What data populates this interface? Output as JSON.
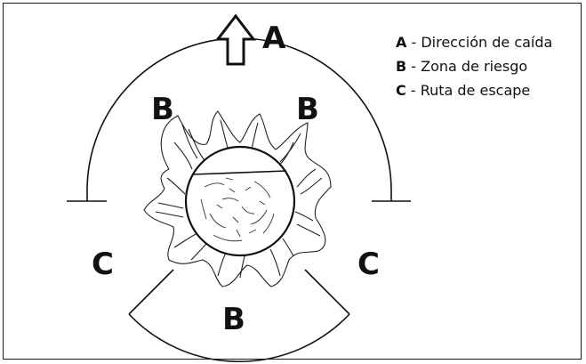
{
  "diagram": {
    "zones": {
      "top": "A",
      "risk_left": "B",
      "risk_right": "B",
      "risk_bottom": "B",
      "escape_left": "C",
      "escape_right": "C"
    },
    "legend": [
      {
        "key": "A",
        "text": " - Dirección de caída"
      },
      {
        "key": "B",
        "text": " - Zona de riesgo"
      },
      {
        "key": "C",
        "text": " - Ruta de escape"
      }
    ],
    "icons": {
      "fall_direction": "arrow-up-icon",
      "tree": "tree-stump-icon"
    },
    "colors": {
      "ink": "#111111",
      "background": "#ffffff"
    }
  }
}
